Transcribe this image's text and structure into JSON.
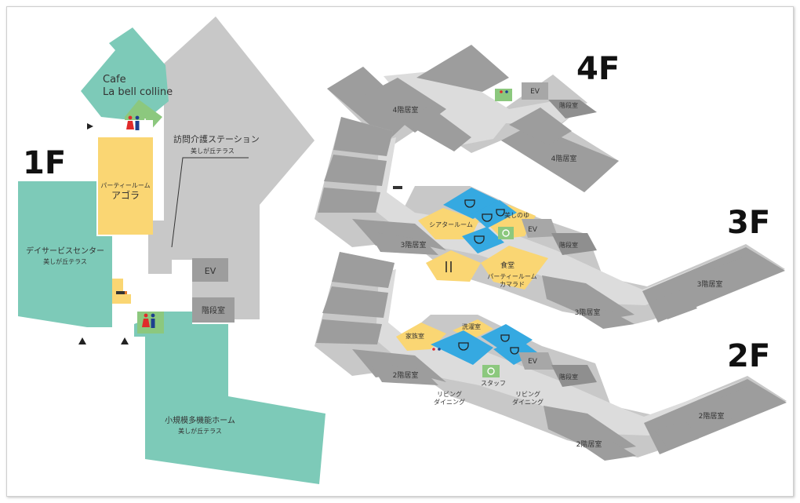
{
  "floors": {
    "f1": "1F",
    "f2": "2F",
    "f3": "3F",
    "f4": "4F"
  },
  "floor1": {
    "cafe_line1": "Cafe",
    "cafe_line2": "La bell colline",
    "party_room_small": "パーティールーム",
    "party_room_name": "アゴラ",
    "station_name": "訪問介護ステーション",
    "station_sub": "美しが丘テラス",
    "day_service": "デイサービスセンター",
    "day_service_sub": "美しが丘テラス",
    "ev": "EV",
    "stairs": "階段室",
    "small_home": "小規模多機能ホーム",
    "small_home_sub": "美しが丘テラス"
  },
  "floor4": {
    "rooms_a": "4階居室",
    "rooms_b": "4階居室",
    "ev": "EV",
    "stairs": "階段室"
  },
  "floor3": {
    "theater": "シアタールーム",
    "bath": "美しのゆ",
    "ev": "EV",
    "stairs": "階段室",
    "rooms_a": "3階居室",
    "rooms_b": "3階居室",
    "rooms_c": "3階居室",
    "dining": "食堂",
    "party_small": "パーティールーム",
    "party_name": "カマラド"
  },
  "floor2": {
    "laundry": "洗濯室",
    "family": "家族室",
    "ev": "EV",
    "stairs": "階段室",
    "staff": "スタッフ",
    "rooms_a": "2階居室",
    "living1_l1": "リビング",
    "living1_l2": "ダイニング",
    "living2_l1": "リビング",
    "living2_l2": "ダイニング",
    "rooms_b": "2階居室",
    "rooms_c": "2階居室"
  },
  "colors": {
    "teal": "#7dcab8",
    "yellow": "#fad673",
    "blue": "#35a9e1",
    "gray_room": "#9d9d9d",
    "gray_building": "#c8c8c8",
    "corridor": "#dcdcdc",
    "green_restroom": "#8cc87e"
  },
  "icons": [
    "restroom-icon",
    "wheelchair-icon",
    "smoking-icon",
    "bath-icon",
    "utensils-icon",
    "entrance-arrow-icon"
  ]
}
